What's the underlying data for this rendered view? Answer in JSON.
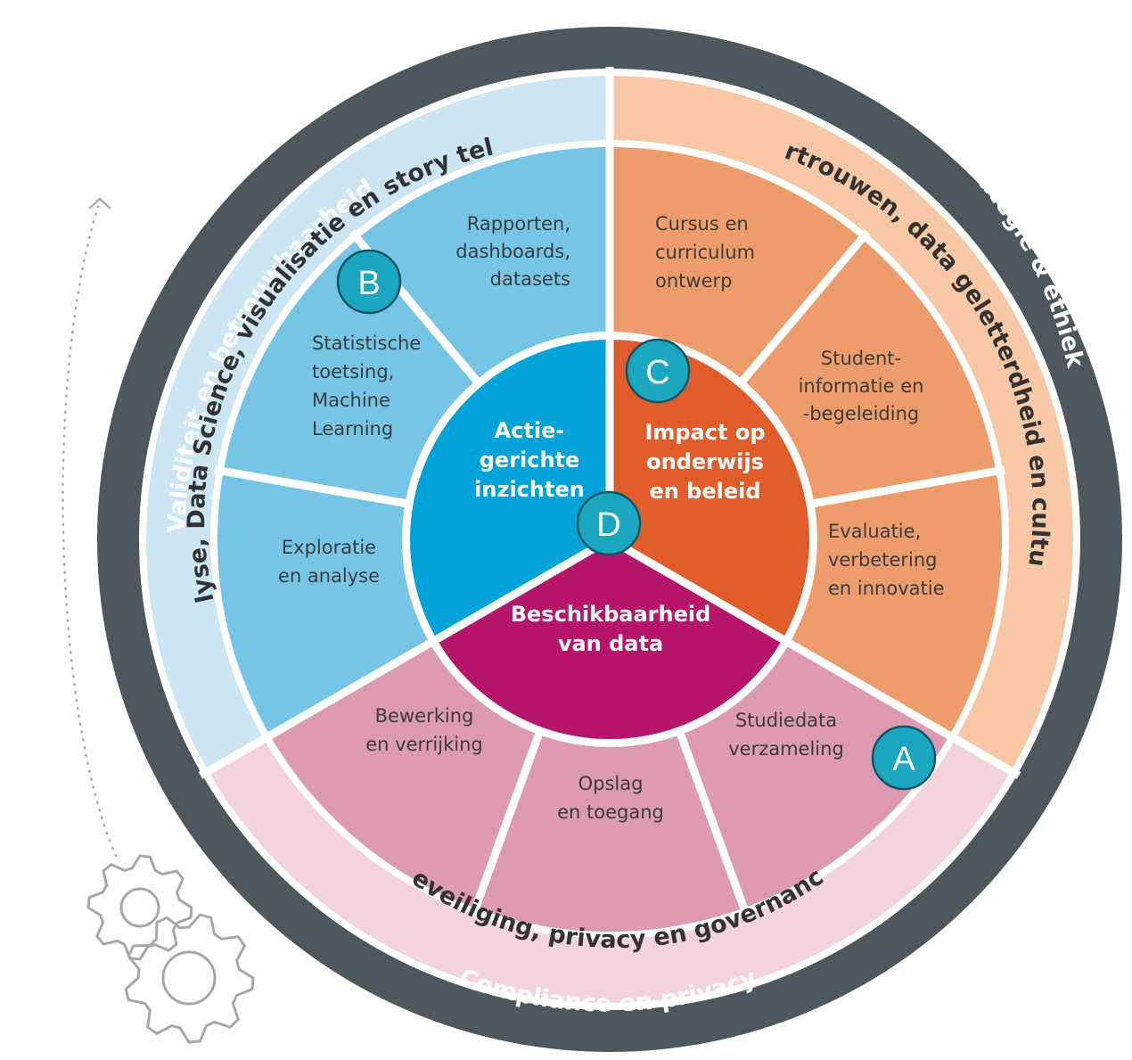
{
  "colors": {
    "outer_ring": "#4d575e",
    "outer_text": "#ffffff",
    "band_blue": "#cde6f3",
    "band_orange": "#f6c8a5",
    "band_pink": "#f3d4dc",
    "band_text": "#333333",
    "seg_blue": "#76c5e6",
    "seg_orange": "#ed9c6c",
    "seg_pink": "#dc9ab3",
    "core_blue": "#00a3d8",
    "core_orange": "#e05d2b",
    "core_pink": "#b5156b",
    "marker_fill": "#1aa7bf",
    "marker_stroke": "#0e5563",
    "gear_stroke": "#a8a8a8"
  },
  "outer_ring": {
    "left_label": "Validiteit en betrouwbaarheid",
    "right_label": "Strategie & ethiek",
    "bottom_label": "Compliance en privacy"
  },
  "bands": {
    "analysis": "Analyse, Data Science, visualisatie en story telling",
    "trust": "Vertrouwen, data geletterdheid en cultuur",
    "security": "Beveiliging, privacy en governance"
  },
  "segments": {
    "rapporten": [
      "Rapporten,",
      "dashboards,",
      "datasets"
    ],
    "statistische": [
      "Statistische",
      "toetsing,",
      "Machine",
      "Learning"
    ],
    "exploratie": [
      "Exploratie",
      "en analyse"
    ],
    "cursus": [
      "Cursus en",
      "curriculum",
      "ontwerp"
    ],
    "student": [
      "Student-",
      "informatie en",
      "-begeleiding"
    ],
    "evaluatie": [
      "Evaluatie,",
      "verbetering",
      "en innovatie"
    ],
    "studiedata": [
      "Studiedata",
      "verzameling"
    ],
    "opslag": [
      "Opslag",
      "en toegang"
    ],
    "bewerking": [
      "Bewerking",
      "en verrijking"
    ]
  },
  "core": {
    "blue": [
      "Actie-",
      "gerichte",
      "inzichten"
    ],
    "orange": [
      "Impact op",
      "onderwijs",
      "en beleid"
    ],
    "pink": [
      "Beschikbaarheid",
      "van data"
    ]
  },
  "markers": {
    "a": "A",
    "b": "B",
    "c": "C",
    "d": "D"
  },
  "icons": {
    "gears": "gears-icon",
    "cycle_arrow": "dotted-arrow-icon"
  }
}
